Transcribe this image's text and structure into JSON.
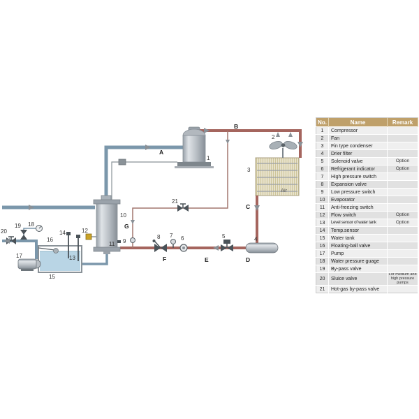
{
  "table": {
    "headers": {
      "no": "No.",
      "name": "Name",
      "remark": "Remark"
    },
    "rows": [
      {
        "no": "1",
        "name": "Compressor",
        "remark": ""
      },
      {
        "no": "2",
        "name": "Fan",
        "remark": ""
      },
      {
        "no": "3",
        "name": "Fin type condenser",
        "remark": ""
      },
      {
        "no": "4",
        "name": "Drier filter",
        "remark": ""
      },
      {
        "no": "5",
        "name": "Solenoid valve",
        "remark": "Option"
      },
      {
        "no": "6",
        "name": "Refrigerant indicator",
        "remark": "Option"
      },
      {
        "no": "7",
        "name": "High pressure switch",
        "remark": ""
      },
      {
        "no": "8",
        "name": "Expansion valve",
        "remark": ""
      },
      {
        "no": "9",
        "name": "Low pressure switch",
        "remark": ""
      },
      {
        "no": "10",
        "name": "Evaporator",
        "remark": ""
      },
      {
        "no": "11",
        "name": "Anti-freezing switch",
        "remark": ""
      },
      {
        "no": "12",
        "name": "Flow switch",
        "remark": "Option"
      },
      {
        "no": "13",
        "name": "Level sensor of water tank",
        "remark": "Option"
      },
      {
        "no": "14",
        "name": "Temp.sensor",
        "remark": ""
      },
      {
        "no": "15",
        "name": "Water tank",
        "remark": ""
      },
      {
        "no": "16",
        "name": "Floating-ball valve",
        "remark": ""
      },
      {
        "no": "17",
        "name": "Pump",
        "remark": ""
      },
      {
        "no": "18",
        "name": "Water pressure guage",
        "remark": ""
      },
      {
        "no": "19",
        "name": "By-pass valve",
        "remark": ""
      },
      {
        "no": "20",
        "name": "Sluice valve",
        "remark": "For medium and high pressure pumps"
      },
      {
        "no": "21",
        "name": "Hot-gas by-pass valve",
        "remark": ""
      }
    ]
  },
  "diagram": {
    "air_label": "Air",
    "part_labels": {
      "p1": "1",
      "p2": "2",
      "p3": "3",
      "p4": "4",
      "p5": "5",
      "p6": "6",
      "p7": "7",
      "p8": "8",
      "p9": "9",
      "p10": "10",
      "p11": "11",
      "p12": "12",
      "p13": "13",
      "p14": "14",
      "p15": "15",
      "p16": "16",
      "p17": "17",
      "p18": "18",
      "p19": "19",
      "p20": "20",
      "p21": "21"
    },
    "flow_labels": {
      "A": "A",
      "B": "B",
      "C": "C",
      "D": "D",
      "E": "E",
      "F": "F",
      "G": "G"
    }
  },
  "colors": {
    "hot_pipe": "#a5655e",
    "cold_pipe": "#7b97ab",
    "bypass_pipe": "#a2766f",
    "water": "#b9d5e5",
    "condenser_fill": "#e7e1cb",
    "table_header_bg": "#bfa06a"
  }
}
